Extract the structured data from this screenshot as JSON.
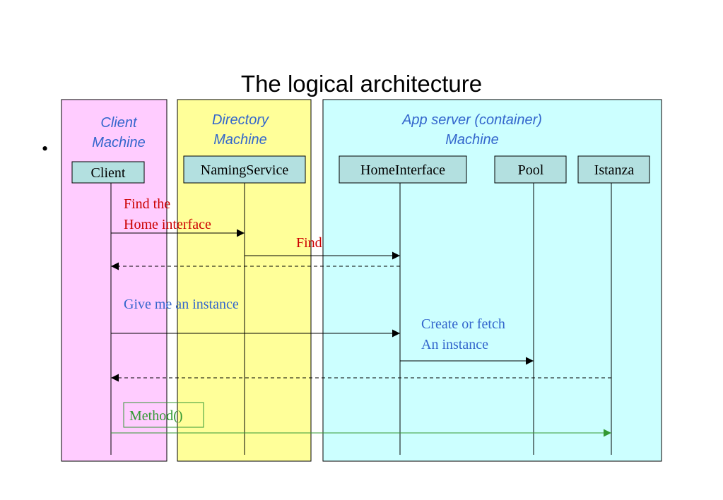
{
  "slide": {
    "title": "The logical architecture",
    "bullet": "•"
  },
  "colors": {
    "client_zone": "#ffccff",
    "directory_zone": "#ffff99",
    "server_zone": "#ccffff",
    "object_box": "#b3e0e0",
    "machine_label": "#3366cc",
    "red_label": "#cc0000",
    "blue_label": "#3366cc",
    "green": "#339933"
  },
  "zones": [
    {
      "id": "client",
      "label_lines": [
        "Client",
        "Machine"
      ]
    },
    {
      "id": "directory",
      "label_lines": [
        "Directory",
        "Machine"
      ]
    },
    {
      "id": "server",
      "label_lines": [
        "App server (container)",
        "Machine"
      ]
    }
  ],
  "objects": [
    {
      "id": "client",
      "label": "Client"
    },
    {
      "id": "naming",
      "label": "NamingService"
    },
    {
      "id": "home",
      "label": "HomeInterface"
    },
    {
      "id": "pool",
      "label": "Pool"
    },
    {
      "id": "istanza",
      "label": "Istanza"
    }
  ],
  "messages": [
    {
      "id": "find-home",
      "from": "client",
      "to": "naming",
      "style": "solid",
      "label_lines": [
        "Find the",
        "Home interface"
      ],
      "label_color": "red"
    },
    {
      "id": "find",
      "from": "naming",
      "to": "home",
      "style": "solid",
      "label_lines": [
        "Find"
      ],
      "label_color": "red"
    },
    {
      "id": "return-home",
      "from": "home",
      "to": "client",
      "style": "dashed",
      "label_lines": []
    },
    {
      "id": "give-instance",
      "from": "client",
      "to": "home",
      "style": "solid",
      "label_lines": [
        "Give me an instance"
      ],
      "label_color": "blue"
    },
    {
      "id": "create-fetch",
      "from": "home",
      "to": "pool",
      "style": "solid",
      "label_lines": [
        "Create or fetch",
        "An instance"
      ],
      "label_color": "blue"
    },
    {
      "id": "return-instance",
      "from": "istanza",
      "to": "client",
      "style": "dashed",
      "label_lines": []
    },
    {
      "id": "method-call",
      "from": "client",
      "to": "istanza",
      "style": "green",
      "label_lines": [
        "Method()"
      ],
      "label_color": "green",
      "boxed": true
    }
  ]
}
